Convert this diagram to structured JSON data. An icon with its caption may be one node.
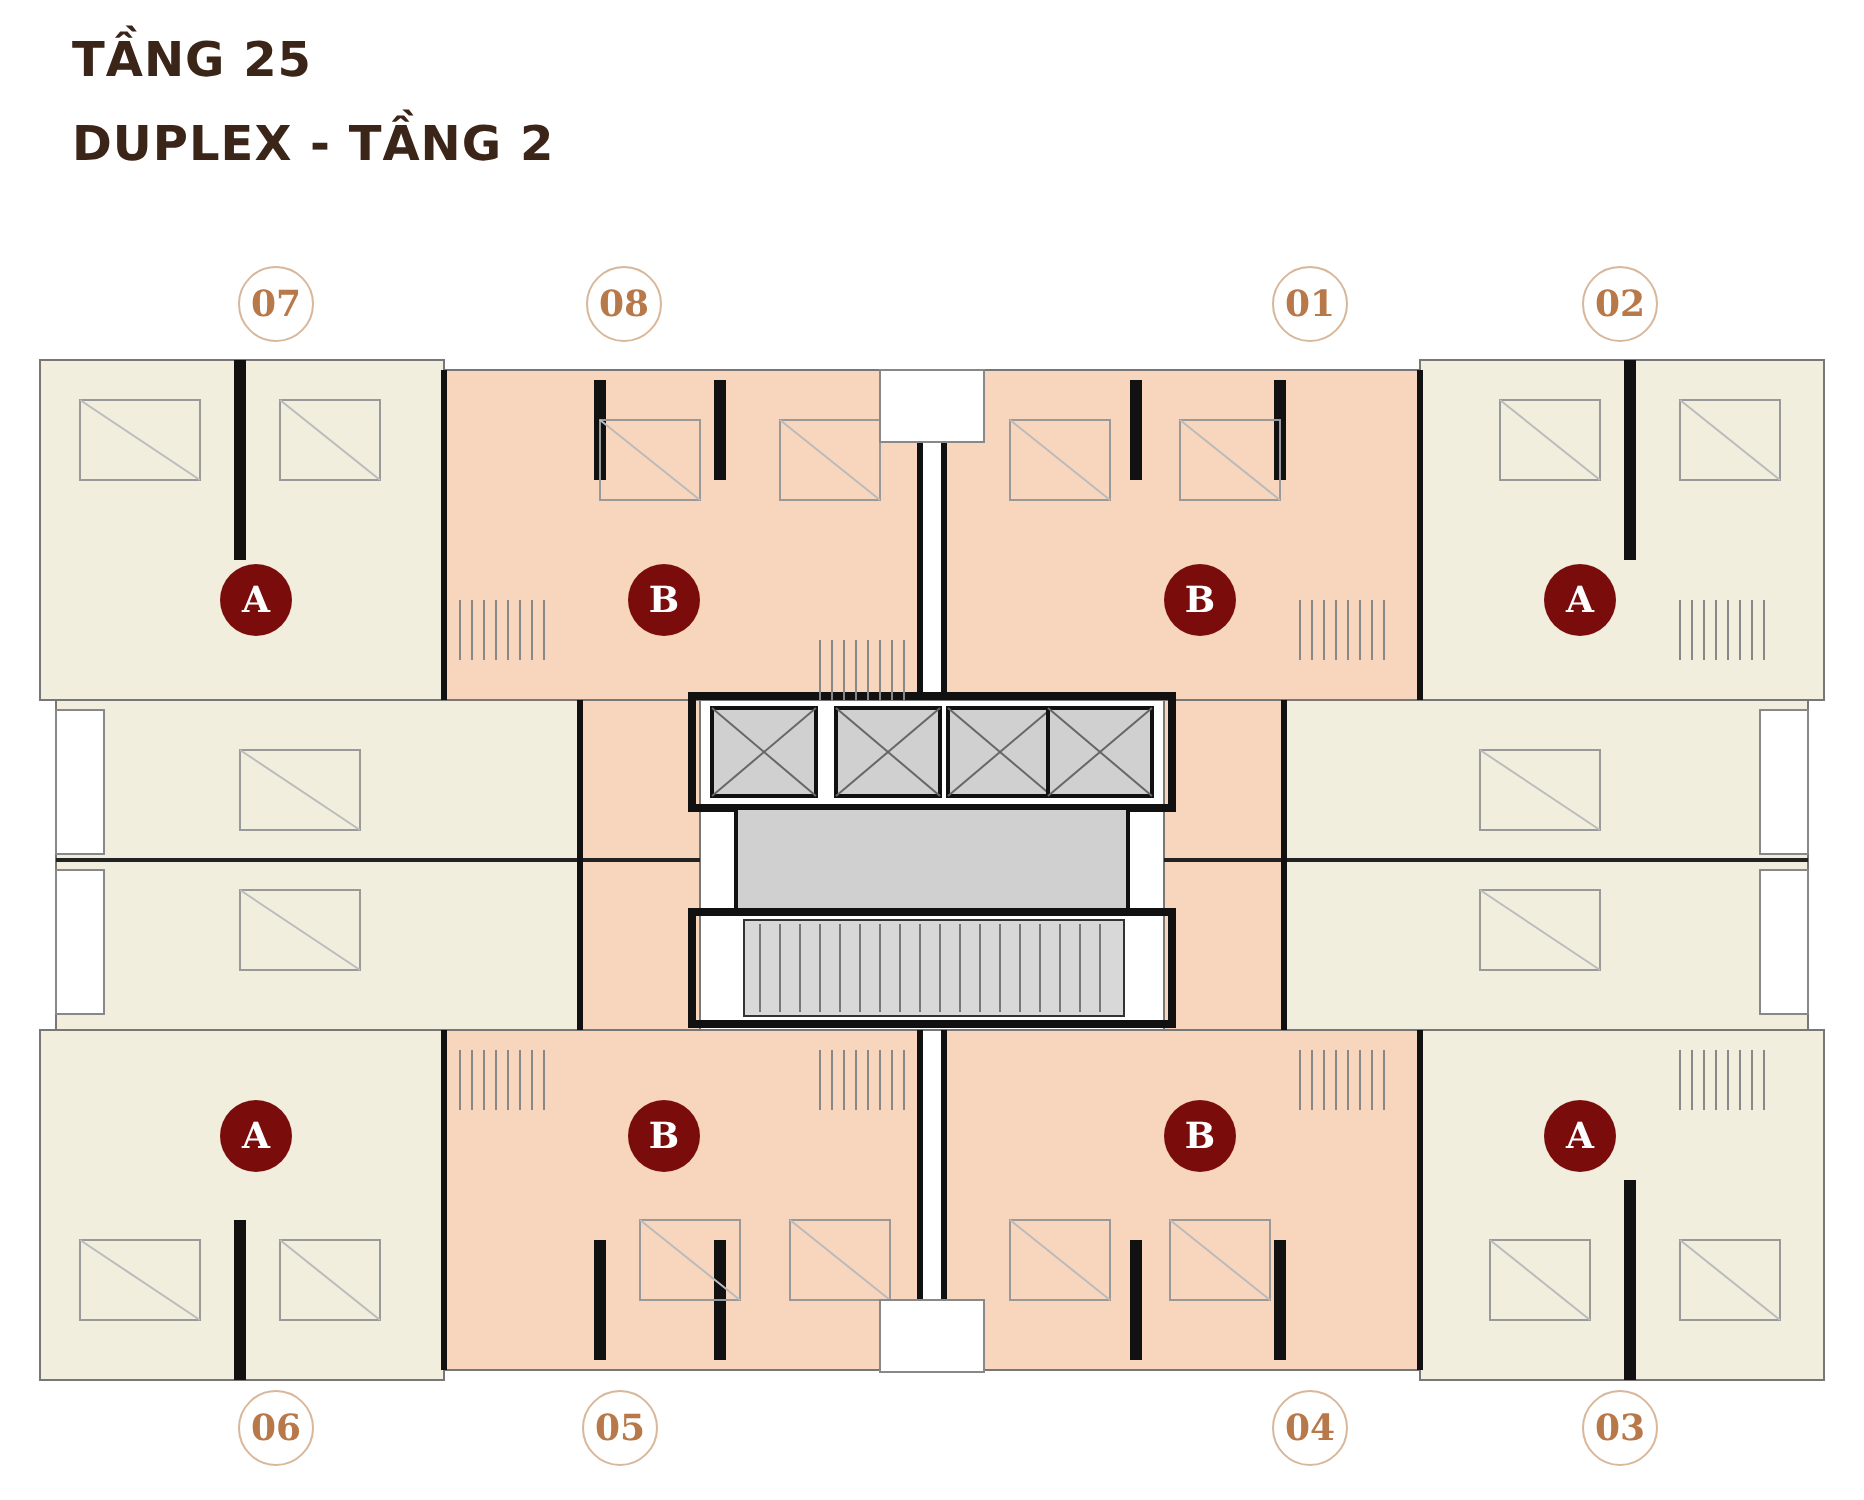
{
  "diagram": {
    "title": "TẦNG 25",
    "labels": [
      "DUPLEX - TẦNG 2"
    ],
    "nodes": [
      {
        "text": [
          "07"
        ]
      },
      {
        "text": [
          "08"
        ]
      },
      {
        "text": [
          "01"
        ]
      },
      {
        "text": [
          "02"
        ]
      },
      {
        "text": [
          "A"
        ]
      },
      {
        "text": [
          "B"
        ]
      },
      {
        "text": [
          "B"
        ]
      },
      {
        "text": [
          "A"
        ]
      },
      {
        "text": [
          "A"
        ]
      },
      {
        "text": [
          "B"
        ]
      },
      {
        "text": [
          "B"
        ]
      },
      {
        "text": [
          "A"
        ]
      },
      {
        "text": [
          "06"
        ]
      },
      {
        "text": [
          "05"
        ]
      },
      {
        "text": [
          "04"
        ]
      },
      {
        "text": [
          "03"
        ]
      }
    ]
  }
}
